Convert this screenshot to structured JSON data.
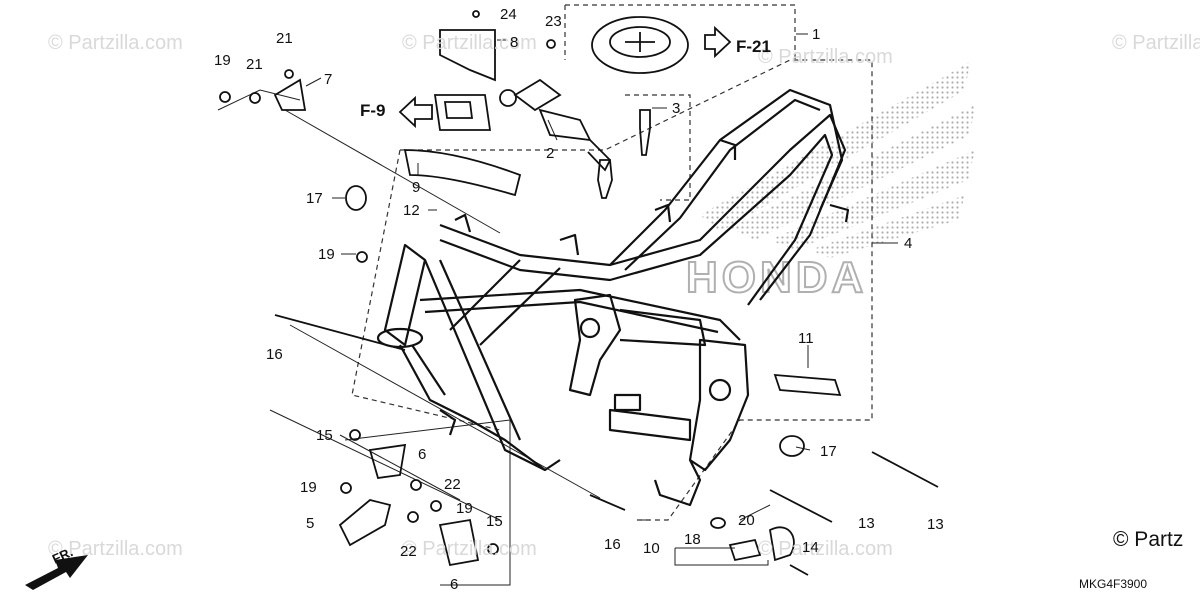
{
  "diagram": {
    "code": "MKG4F3900",
    "copyright": "© Partz",
    "front_marker": "FR.",
    "watermark_text": "© Partzilla.com",
    "brand_watermark": "HONDA",
    "refs": {
      "f21": "F-21",
      "f9": "F-9"
    },
    "callouts": {
      "c1": "1",
      "c2": "2",
      "c3": "3",
      "c4": "4",
      "c5": "5",
      "c6a": "6",
      "c6b": "6",
      "c7": "7",
      "c8": "8",
      "c9": "9",
      "c10": "10",
      "c11": "11",
      "c12": "12",
      "c13a": "13",
      "c13b": "13",
      "c14": "14",
      "c15a": "15",
      "c15b": "15",
      "c16a": "16",
      "c16b": "16",
      "c17a": "17",
      "c17b": "17",
      "c18": "18",
      "c19a": "19",
      "c19b": "19",
      "c19c": "19",
      "c19d": "19",
      "c20": "20",
      "c21a": "21",
      "c21b": "21",
      "c22a": "22",
      "c22b": "22",
      "c23": "23",
      "c24": "24"
    }
  }
}
